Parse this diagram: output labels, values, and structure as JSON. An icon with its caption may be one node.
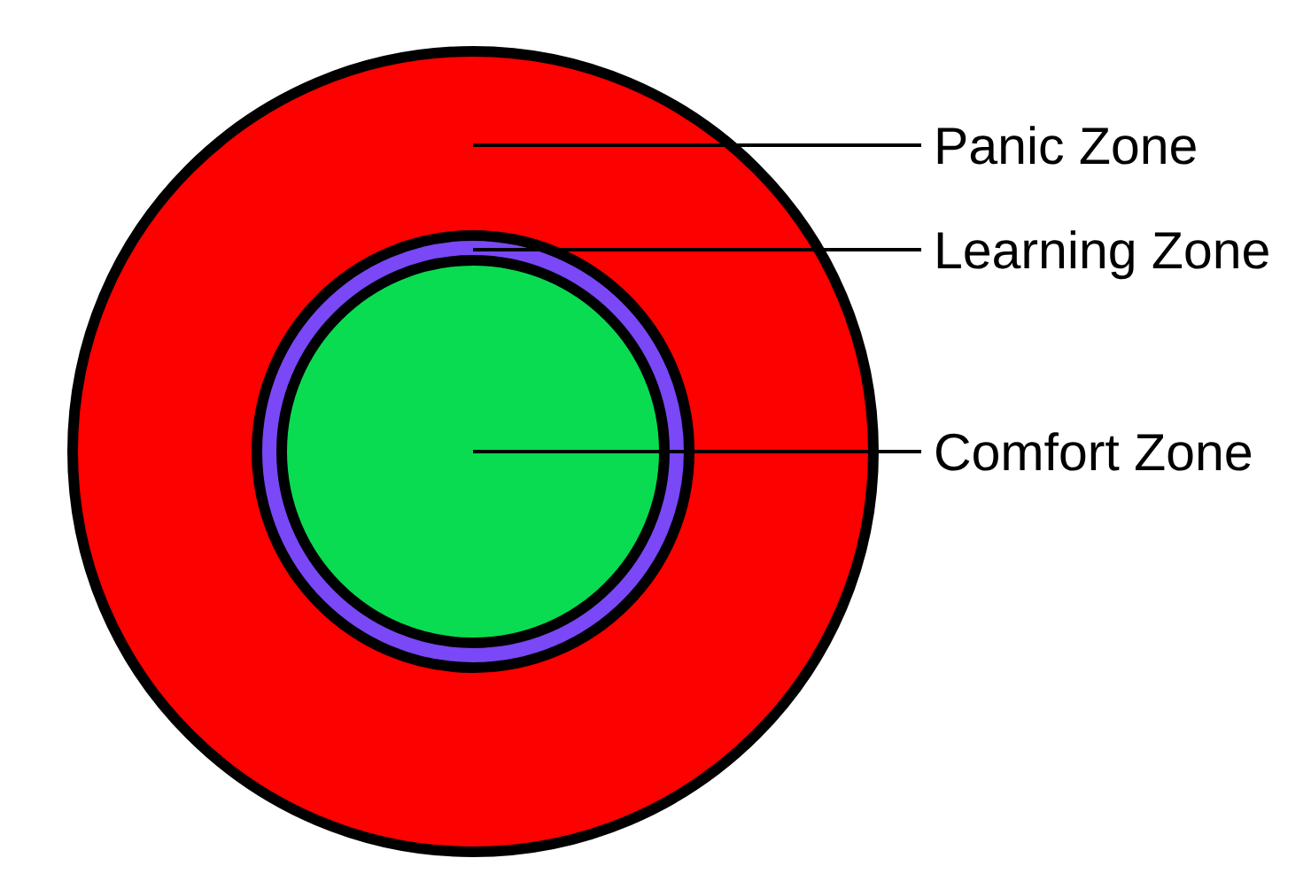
{
  "diagram": {
    "nodes": [
      {
        "text": [],
        "shape": "circle"
      },
      {
        "text": [],
        "shape": "circle",
        "in": 0
      },
      {
        "text": [],
        "shape": "circle",
        "in": 1
      },
      {
        "text": [
          "Panic Zone"
        ]
      },
      {
        "text": [
          "Learning Zone"
        ]
      },
      {
        "text": [
          "Comfort Zone"
        ]
      }
    ],
    "edges": [
      {
        "from": 3,
        "to": 0,
        "arrow": "none"
      },
      {
        "from": 4,
        "to": 1,
        "arrow": "none"
      },
      {
        "from": 5,
        "to": 2,
        "arrow": "none"
      }
    ]
  }
}
